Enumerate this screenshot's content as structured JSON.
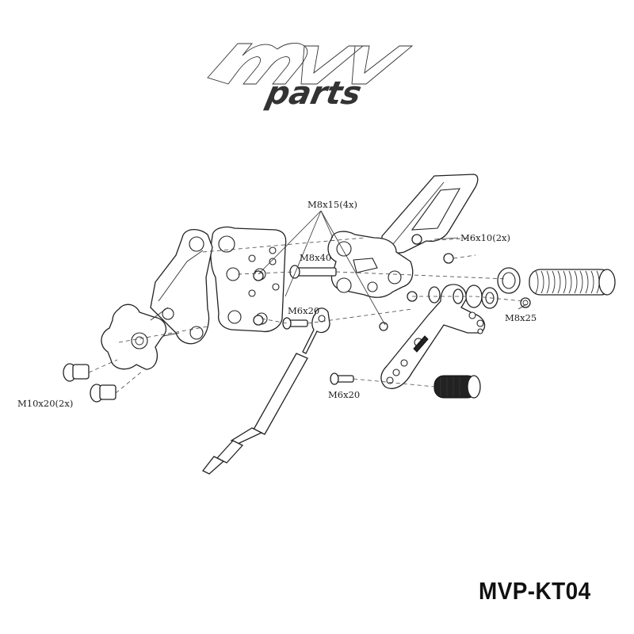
{
  "logo": {
    "text": "mv parts"
  },
  "labels": {
    "m8x15": "M8x15(4x)",
    "m6x10": "M6x10(2x)",
    "m8x40": "M8x40",
    "m6x20_top": "M6x20",
    "m8x25": "M8x25",
    "m6x20_bottom": "M6x20",
    "m10x20": "M10x20(2x)"
  },
  "product_code": "MVP-KT04"
}
